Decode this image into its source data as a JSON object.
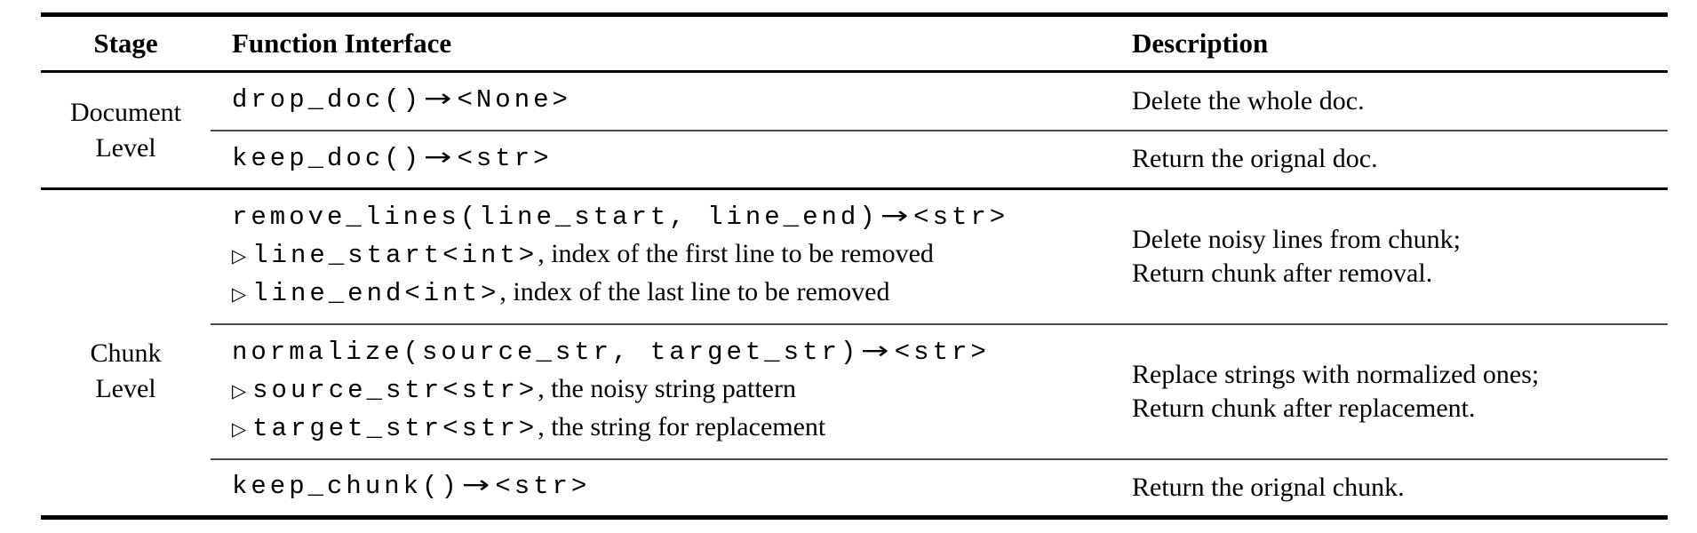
{
  "table": {
    "headers": {
      "stage": "Stage",
      "interface": "Function Interface",
      "description": "Description"
    },
    "glyphs": {
      "return_arrow": "→",
      "param_marker": "▷"
    },
    "sections": [
      {
        "stage_lines": [
          "Document",
          "Level"
        ],
        "rows": [
          {
            "signature": "drop_doc()",
            "returns": "<None>",
            "params": [],
            "description": [
              "Delete the whole doc."
            ]
          },
          {
            "signature": "keep_doc()",
            "returns": "<str>",
            "params": [],
            "description": [
              "Return the orignal doc."
            ]
          }
        ]
      },
      {
        "stage_lines": [
          "Chunk",
          "Level"
        ],
        "rows": [
          {
            "signature": "remove_lines(line_start, line_end)",
            "returns": "<str>",
            "params": [
              {
                "name": "line_start<int>",
                "note": ", index of the first line to be removed"
              },
              {
                "name": "line_end<int>",
                "note": ", index of the last line to be removed"
              }
            ],
            "description": [
              "Delete noisy lines from chunk;",
              "Return chunk after removal."
            ]
          },
          {
            "signature": "normalize(source_str, target_str)",
            "returns": "<str>",
            "params": [
              {
                "name": "source_str<str>",
                "note": ", the noisy string pattern"
              },
              {
                "name": "target_str<str>",
                "note": ", the string for replacement"
              }
            ],
            "description": [
              "Replace strings with normalized ones;",
              "Return chunk after replacement."
            ]
          },
          {
            "signature": "keep_chunk()",
            "returns": "<str>",
            "params": [],
            "description": [
              "Return the orignal chunk."
            ]
          }
        ]
      }
    ]
  },
  "colors": {
    "background": "#ffffff",
    "text": "#000000",
    "rule_heavy": "#000000",
    "rule_light": "#4a4a4a"
  }
}
